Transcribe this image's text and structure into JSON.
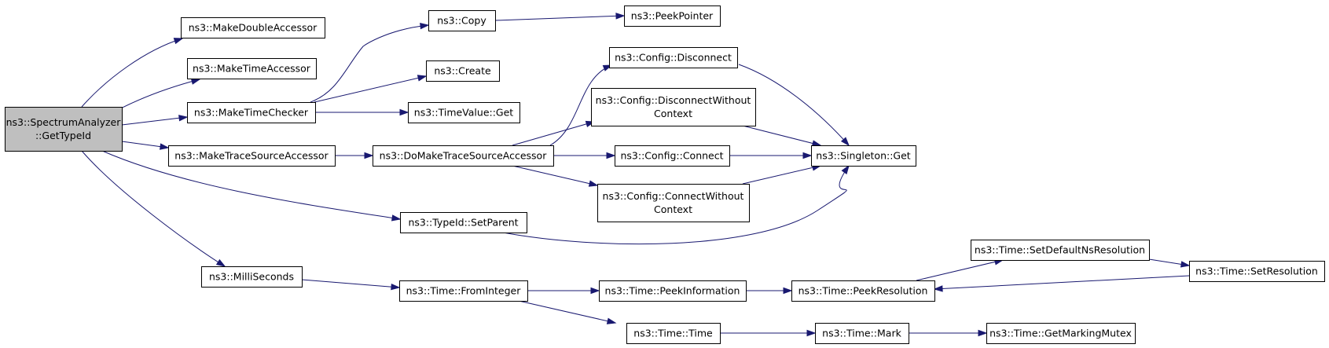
{
  "colors": {
    "root_fill": "#bfbfbf",
    "node_fill": "#ffffff",
    "node_border": "#000000",
    "edge": "#191970"
  },
  "nodes": [
    {
      "id": "root",
      "lines": [
        "ns3::SpectrumAnalyzer",
        "::GetTypeId"
      ],
      "root": true
    },
    {
      "id": "makeDoubleAccessor",
      "lines": [
        "ns3::MakeDoubleAccessor"
      ]
    },
    {
      "id": "makeTimeAccessor",
      "lines": [
        "ns3::MakeTimeAccessor"
      ]
    },
    {
      "id": "makeTimeChecker",
      "lines": [
        "ns3::MakeTimeChecker"
      ]
    },
    {
      "id": "makeTraceSourceAccessor",
      "lines": [
        "ns3::MakeTraceSourceAccessor"
      ]
    },
    {
      "id": "milliSeconds",
      "lines": [
        "ns3::MilliSeconds"
      ]
    },
    {
      "id": "copy",
      "lines": [
        "ns3::Copy"
      ]
    },
    {
      "id": "peekPointer",
      "lines": [
        "ns3::PeekPointer"
      ]
    },
    {
      "id": "create",
      "lines": [
        "ns3::Create"
      ]
    },
    {
      "id": "timeValueGet",
      "lines": [
        "ns3::TimeValue::Get"
      ]
    },
    {
      "id": "doMakeTraceSourceAccessor",
      "lines": [
        "ns3::DoMakeTraceSourceAccessor"
      ]
    },
    {
      "id": "configDisconnect",
      "lines": [
        "ns3::Config::Disconnect"
      ]
    },
    {
      "id": "configDisconnectWithoutContext",
      "lines": [
        "ns3::Config::DisconnectWithout",
        "Context"
      ]
    },
    {
      "id": "configConnect",
      "lines": [
        "ns3::Config::Connect"
      ]
    },
    {
      "id": "configConnectWithoutContext",
      "lines": [
        "ns3::Config::ConnectWithout",
        "Context"
      ]
    },
    {
      "id": "singletonGet",
      "lines": [
        "ns3::Singleton::Get"
      ]
    },
    {
      "id": "typeIdSetParent",
      "lines": [
        "ns3::TypeId::SetParent"
      ]
    },
    {
      "id": "timeFromInteger",
      "lines": [
        "ns3::Time::FromInteger"
      ]
    },
    {
      "id": "timePeekInformation",
      "lines": [
        "ns3::Time::PeekInformation"
      ]
    },
    {
      "id": "timePeekResolution",
      "lines": [
        "ns3::Time::PeekResolution"
      ]
    },
    {
      "id": "timeSetDefaultNsResolution",
      "lines": [
        "ns3::Time::SetDefaultNsResolution"
      ]
    },
    {
      "id": "timeSetResolution",
      "lines": [
        "ns3::Time::SetResolution"
      ]
    },
    {
      "id": "timeTime",
      "lines": [
        "ns3::Time::Time"
      ]
    },
    {
      "id": "timeMark",
      "lines": [
        "ns3::Time::Mark"
      ]
    },
    {
      "id": "timeGetMarkingMutex",
      "lines": [
        "ns3::Time::GetMarkingMutex"
      ]
    }
  ],
  "edges": [
    {
      "from": "root",
      "to": "makeDoubleAccessor"
    },
    {
      "from": "root",
      "to": "makeTimeAccessor"
    },
    {
      "from": "root",
      "to": "makeTimeChecker"
    },
    {
      "from": "root",
      "to": "makeTraceSourceAccessor"
    },
    {
      "from": "root",
      "to": "typeIdSetParent"
    },
    {
      "from": "root",
      "to": "milliSeconds"
    },
    {
      "from": "makeTimeChecker",
      "to": "copy"
    },
    {
      "from": "makeTimeChecker",
      "to": "create"
    },
    {
      "from": "makeTimeChecker",
      "to": "timeValueGet"
    },
    {
      "from": "copy",
      "to": "peekPointer"
    },
    {
      "from": "makeTraceSourceAccessor",
      "to": "doMakeTraceSourceAccessor"
    },
    {
      "from": "doMakeTraceSourceAccessor",
      "to": "configDisconnect"
    },
    {
      "from": "doMakeTraceSourceAccessor",
      "to": "configDisconnectWithoutContext"
    },
    {
      "from": "doMakeTraceSourceAccessor",
      "to": "configConnect"
    },
    {
      "from": "doMakeTraceSourceAccessor",
      "to": "configConnectWithoutContext"
    },
    {
      "from": "configDisconnect",
      "to": "singletonGet"
    },
    {
      "from": "configDisconnectWithoutContext",
      "to": "singletonGet"
    },
    {
      "from": "configConnect",
      "to": "singletonGet"
    },
    {
      "from": "configConnectWithoutContext",
      "to": "singletonGet"
    },
    {
      "from": "typeIdSetParent",
      "to": "singletonGet"
    },
    {
      "from": "milliSeconds",
      "to": "timeFromInteger"
    },
    {
      "from": "timeFromInteger",
      "to": "timePeekInformation"
    },
    {
      "from": "timeFromInteger",
      "to": "timeTime"
    },
    {
      "from": "timePeekInformation",
      "to": "timePeekResolution"
    },
    {
      "from": "timePeekResolution",
      "to": "timeSetDefaultNsResolution"
    },
    {
      "from": "timeSetDefaultNsResolution",
      "to": "timeSetResolution"
    },
    {
      "from": "timeSetResolution",
      "to": "timePeekResolution"
    },
    {
      "from": "timeTime",
      "to": "timeMark"
    },
    {
      "from": "timeMark",
      "to": "timeGetMarkingMutex"
    }
  ]
}
